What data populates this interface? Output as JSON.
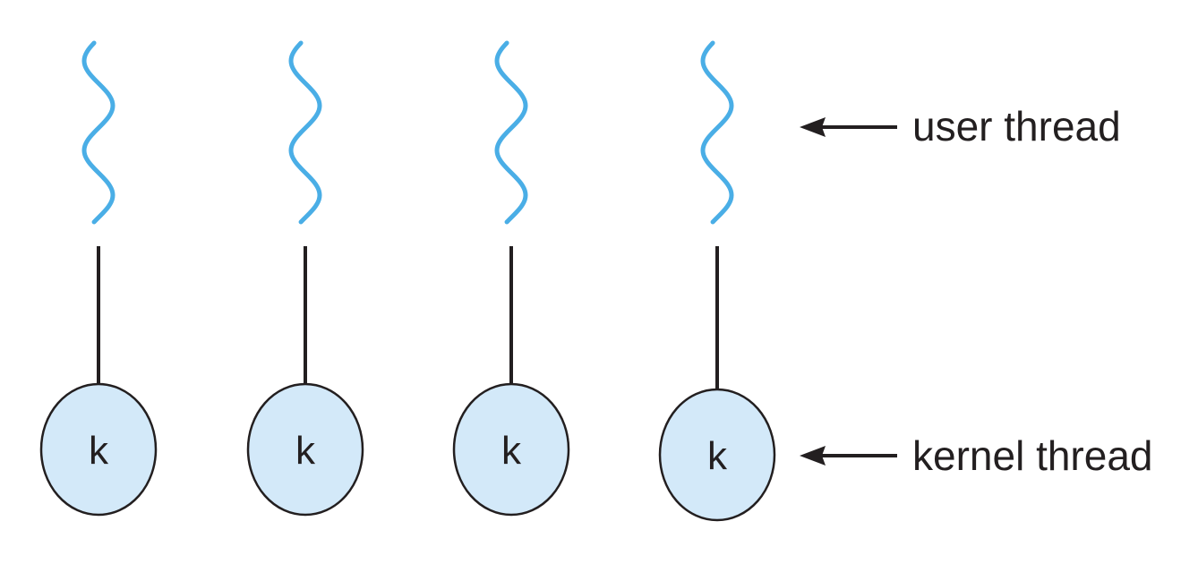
{
  "labels": {
    "user_thread": "user thread",
    "kernel_thread": "kernel thread"
  },
  "pairs": [
    {
      "kernel_label": "k"
    },
    {
      "kernel_label": "k"
    },
    {
      "kernel_label": "k"
    },
    {
      "kernel_label": "k"
    }
  ],
  "colors": {
    "user_thread_stroke": "#4aaee6",
    "kernel_fill": "#d3e9f9",
    "line": "#231f20"
  }
}
